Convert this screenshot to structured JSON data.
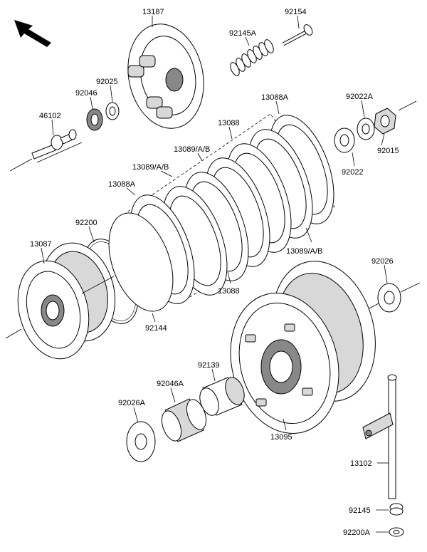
{
  "labels": {
    "p13187": "13187",
    "p92154": "92154",
    "p92145A": "92145A",
    "p92025": "92025",
    "p92046": "92046",
    "p46102": "46102",
    "p13088A_top": "13088A",
    "p92022A": "92022A",
    "p13088_top": "13088",
    "p13089_1": "13089/A/B",
    "p13089_2": "13089/A/B",
    "p13088A_left": "13088A",
    "p92022": "92022",
    "p92015": "92015",
    "p92200": "92200",
    "p13087": "13087",
    "p13089_3": "13089/A/B",
    "p13088_bottom": "13088",
    "p92144": "92144",
    "p92026": "92026",
    "p92139": "92139",
    "p92046A": "92046A",
    "p92026A": "92026A",
    "p13095": "13095",
    "p13102": "13102",
    "p92145": "92145",
    "p92200A": "92200A"
  },
  "icons": {
    "direction_arrow": "arrow-up-left-icon"
  }
}
